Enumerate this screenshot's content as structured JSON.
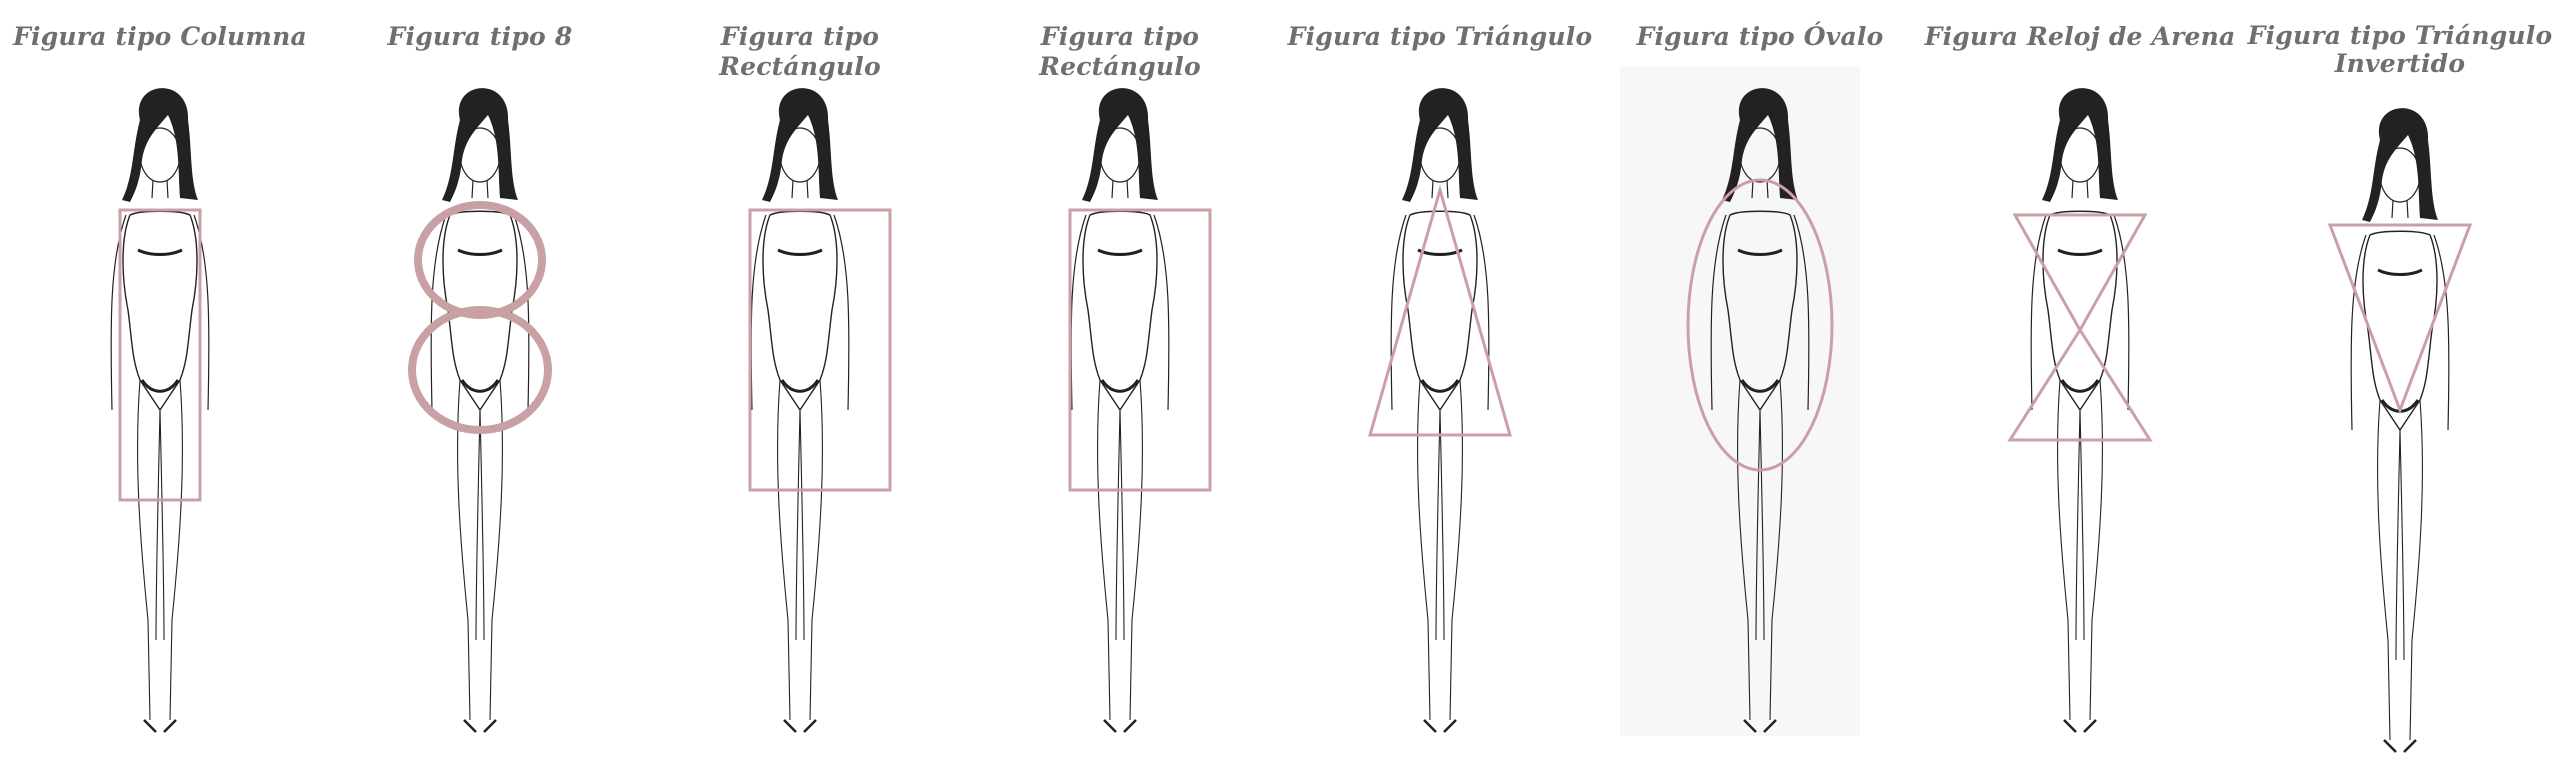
{
  "figures": [
    {
      "title": "Figura tipo Columna",
      "shape": "column"
    },
    {
      "title": "Figura tipo 8",
      "shape": "eight"
    },
    {
      "title": "Figura tipo Rectángulo",
      "shape": "rectangle"
    },
    {
      "title": "Figura tipo Rectángulo",
      "shape": "rectangle"
    },
    {
      "title": "Figura tipo Triángulo",
      "shape": "triangle"
    },
    {
      "title": "Figura tipo Óvalo",
      "shape": "oval"
    },
    {
      "title": "Figura Reloj de Arena",
      "shape": "hourglass"
    },
    {
      "title": "Figura tipo Triángulo\nInvertido",
      "shape": "inverted-triangle"
    }
  ],
  "colors": {
    "overlay": "#c9a0a4",
    "ink": "#222222",
    "title": "#6f6f6f"
  }
}
